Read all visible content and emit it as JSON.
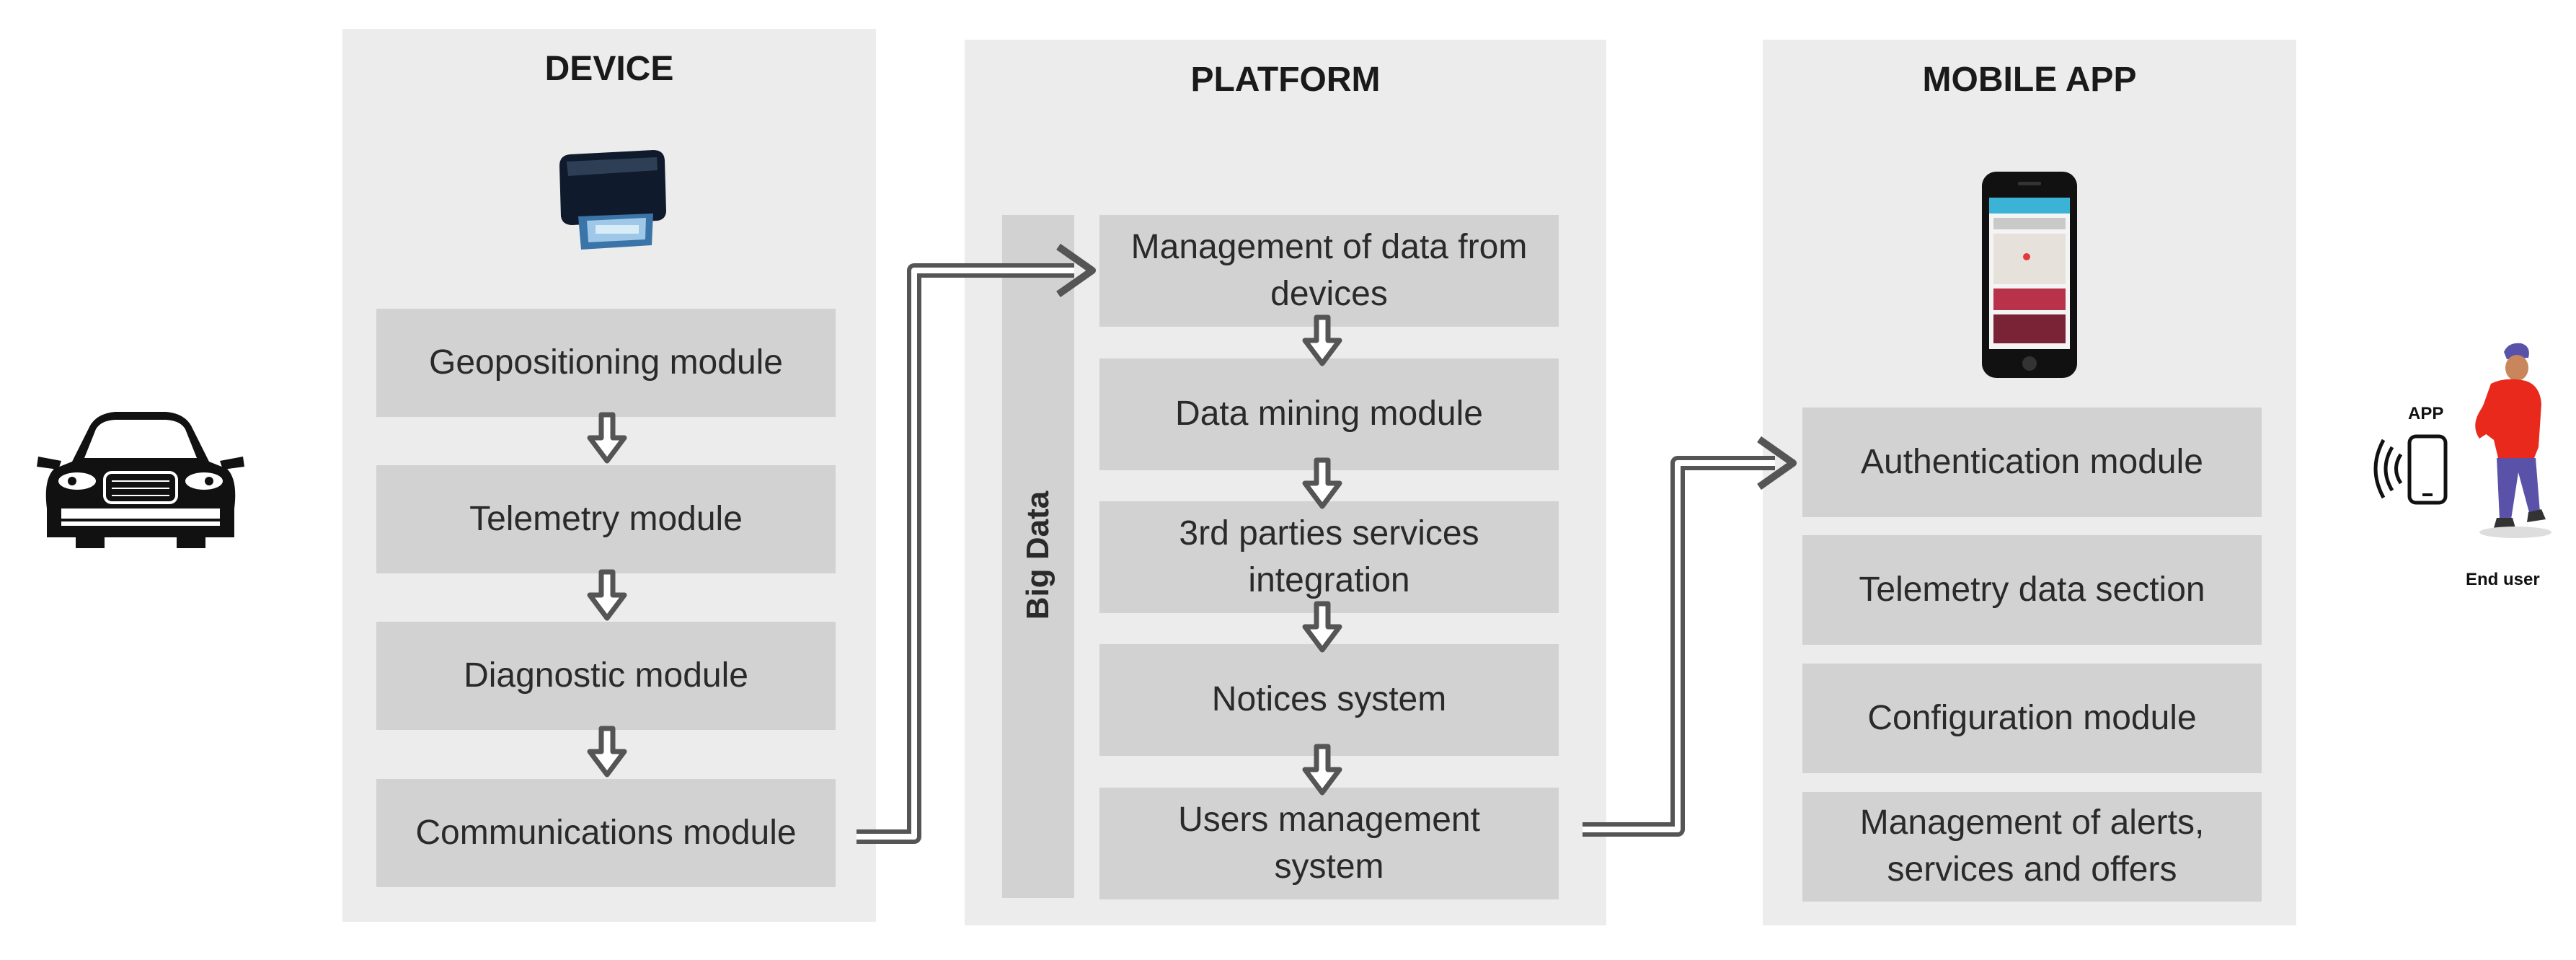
{
  "device": {
    "title": "DEVICE",
    "modules": [
      "Geopositioning module",
      "Telemetry module",
      "Diagnostic module",
      "Communications module"
    ]
  },
  "platform": {
    "title": "PLATFORM",
    "big_data_label": "Big Data",
    "modules": [
      "Management of data from devices",
      "Data mining module",
      "3rd parties services integration",
      "Notices system",
      "Users management system"
    ]
  },
  "mobile_app": {
    "title": "MOBILE APP",
    "modules": [
      "Authentication module",
      "Telemetry data section",
      "Configuration module",
      "Management of alerts, services and offers"
    ]
  },
  "end_user": {
    "app_label": "APP",
    "label": "End user"
  },
  "icons": {
    "vehicle": "car-icon",
    "device": "obd-dongle-icon",
    "phone": "smartphone-icon",
    "user": "person-icon",
    "wireless": "wireless-signal-icon"
  },
  "colors": {
    "panel": "#ececec",
    "box": "#d2d2d2",
    "arrow": "#555555",
    "user_shirt": "#e8291c",
    "user_pants": "#5a52a8"
  }
}
